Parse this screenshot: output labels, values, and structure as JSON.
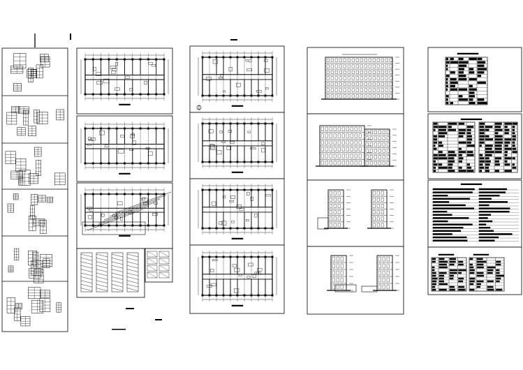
{
  "drawing_set": {
    "background": "#ffffff",
    "line_color": "#000000",
    "column_1": {
      "sheets": [
        "details-1",
        "details-2",
        "details-3",
        "details-4",
        "details-5",
        "details-6"
      ]
    },
    "column_2": {
      "sheets": [
        "floor-plan-a",
        "floor-plan-b",
        "floor-plan-c"
      ],
      "has_overlay_section": true,
      "has_stair_details": true
    },
    "column_3": {
      "sheets": [
        "floor-plan-1",
        "floor-plan-2",
        "floor-plan-3",
        "floor-plan-4"
      ]
    },
    "column_4": {
      "sheets": [
        "front-elevation",
        "rear-elevation",
        "side-elevations",
        "sections"
      ]
    },
    "column_5": {
      "sheets": [
        "schedule-table-1",
        "schedule-table-2",
        "design-notes",
        "door-window-tables"
      ]
    }
  }
}
